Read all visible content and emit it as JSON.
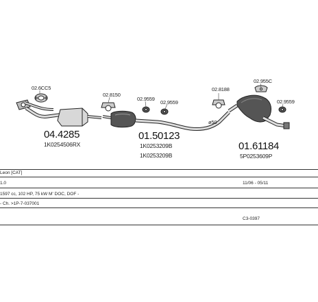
{
  "parts": {
    "p1": {
      "clamp_code": "02.6CC5",
      "number": "04.4285",
      "oem": "1K0254506RX"
    },
    "p2": {
      "clamp_code_a": "02.8150",
      "clamp_code_b": "02.9559",
      "clamp_code_c": "02.9559",
      "number": "01.50123",
      "oem_a": "1K0253209B",
      "oem_b": "1K0253209B"
    },
    "p3": {
      "clamp_code_a": "02.8188",
      "clamp_code_b": "02.955C",
      "clamp_code_c": "02.9559",
      "number": "01.61184",
      "oem": "5P0253609P"
    },
    "pipe_diameter": "ø50"
  },
  "table": {
    "row1": "Leon  [CAT]",
    "row2_left": "1.0",
    "row2_right": "11/06 - 05/11",
    "row3": "1597 cc, 102 HP, 75 kW M' DOC, DOF -",
    "row4": "- Ch. >1P-7-037001",
    "row5_right": "C3-0397"
  },
  "colors": {
    "line": "#222222",
    "fill": "#cfcfcf",
    "dark": "#555555"
  }
}
